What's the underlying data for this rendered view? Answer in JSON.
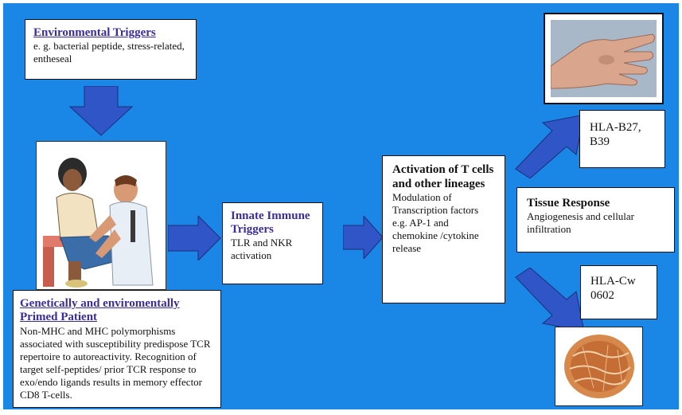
{
  "environmental": {
    "title": "Environmental Triggers",
    "body": "e. g.  bacterial peptide, stress-related, entheseal"
  },
  "patient": {
    "title": "Genetically and enviromentally Primed Patient",
    "body": "Non-MHC and MHC polymorphisms associated with susceptibility predispose TCR repertoire to autoreactivity. Recognition of target self-peptides/ prior TCR response to exo/endo ligands results in memory effector CD8 T-cells."
  },
  "innate": {
    "title": "Innate Immune Triggers",
    "body": "TLR and NKR activation"
  },
  "activation": {
    "title": "Activation of T cells and other lineages",
    "body": "Modulation of Transcription factors e.g. AP-1 and chemokine /cytokine release"
  },
  "tissue": {
    "title": "Tissue Response",
    "body": "Angiogenesis and cellular infiltration"
  },
  "hla_b27": {
    "label": "HLA-B27, B39"
  },
  "hla_cw": {
    "label": "HLA-Cw0602"
  },
  "colors": {
    "background": "#1a86e6",
    "arrow": "#2f55c6",
    "title_accent": "#3a2c9a"
  }
}
